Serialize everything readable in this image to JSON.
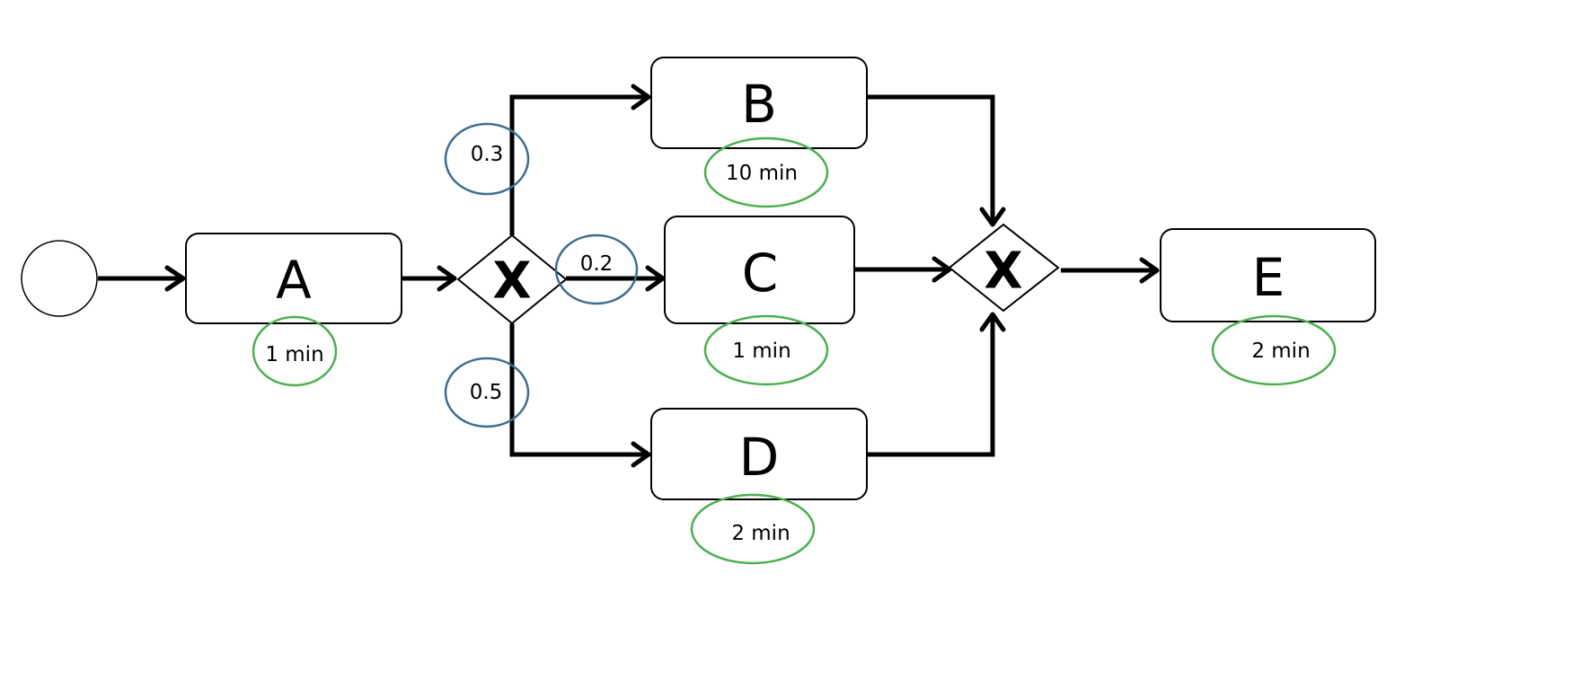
{
  "colors": {
    "probability_annotation": "#3d6e8e",
    "duration_annotation": "#4caf50",
    "stroke": "#000000",
    "background": "#ffffff"
  },
  "tasks": [
    {
      "id": "A",
      "label": "A",
      "duration": "1 min"
    },
    {
      "id": "B",
      "label": "B",
      "duration": "10 min"
    },
    {
      "id": "C",
      "label": "C",
      "duration": "1 min"
    },
    {
      "id": "D",
      "label": "D",
      "duration": "2 min"
    },
    {
      "id": "E",
      "label": "E",
      "duration": "2 min"
    }
  ],
  "gateways": [
    {
      "id": "split",
      "type": "exclusive",
      "mark": "X"
    },
    {
      "id": "join",
      "type": "exclusive",
      "mark": "X"
    }
  ],
  "branch_probabilities": [
    {
      "to": "B",
      "value": "0.3"
    },
    {
      "to": "C",
      "value": "0.2"
    },
    {
      "to": "D",
      "value": "0.5"
    }
  ]
}
